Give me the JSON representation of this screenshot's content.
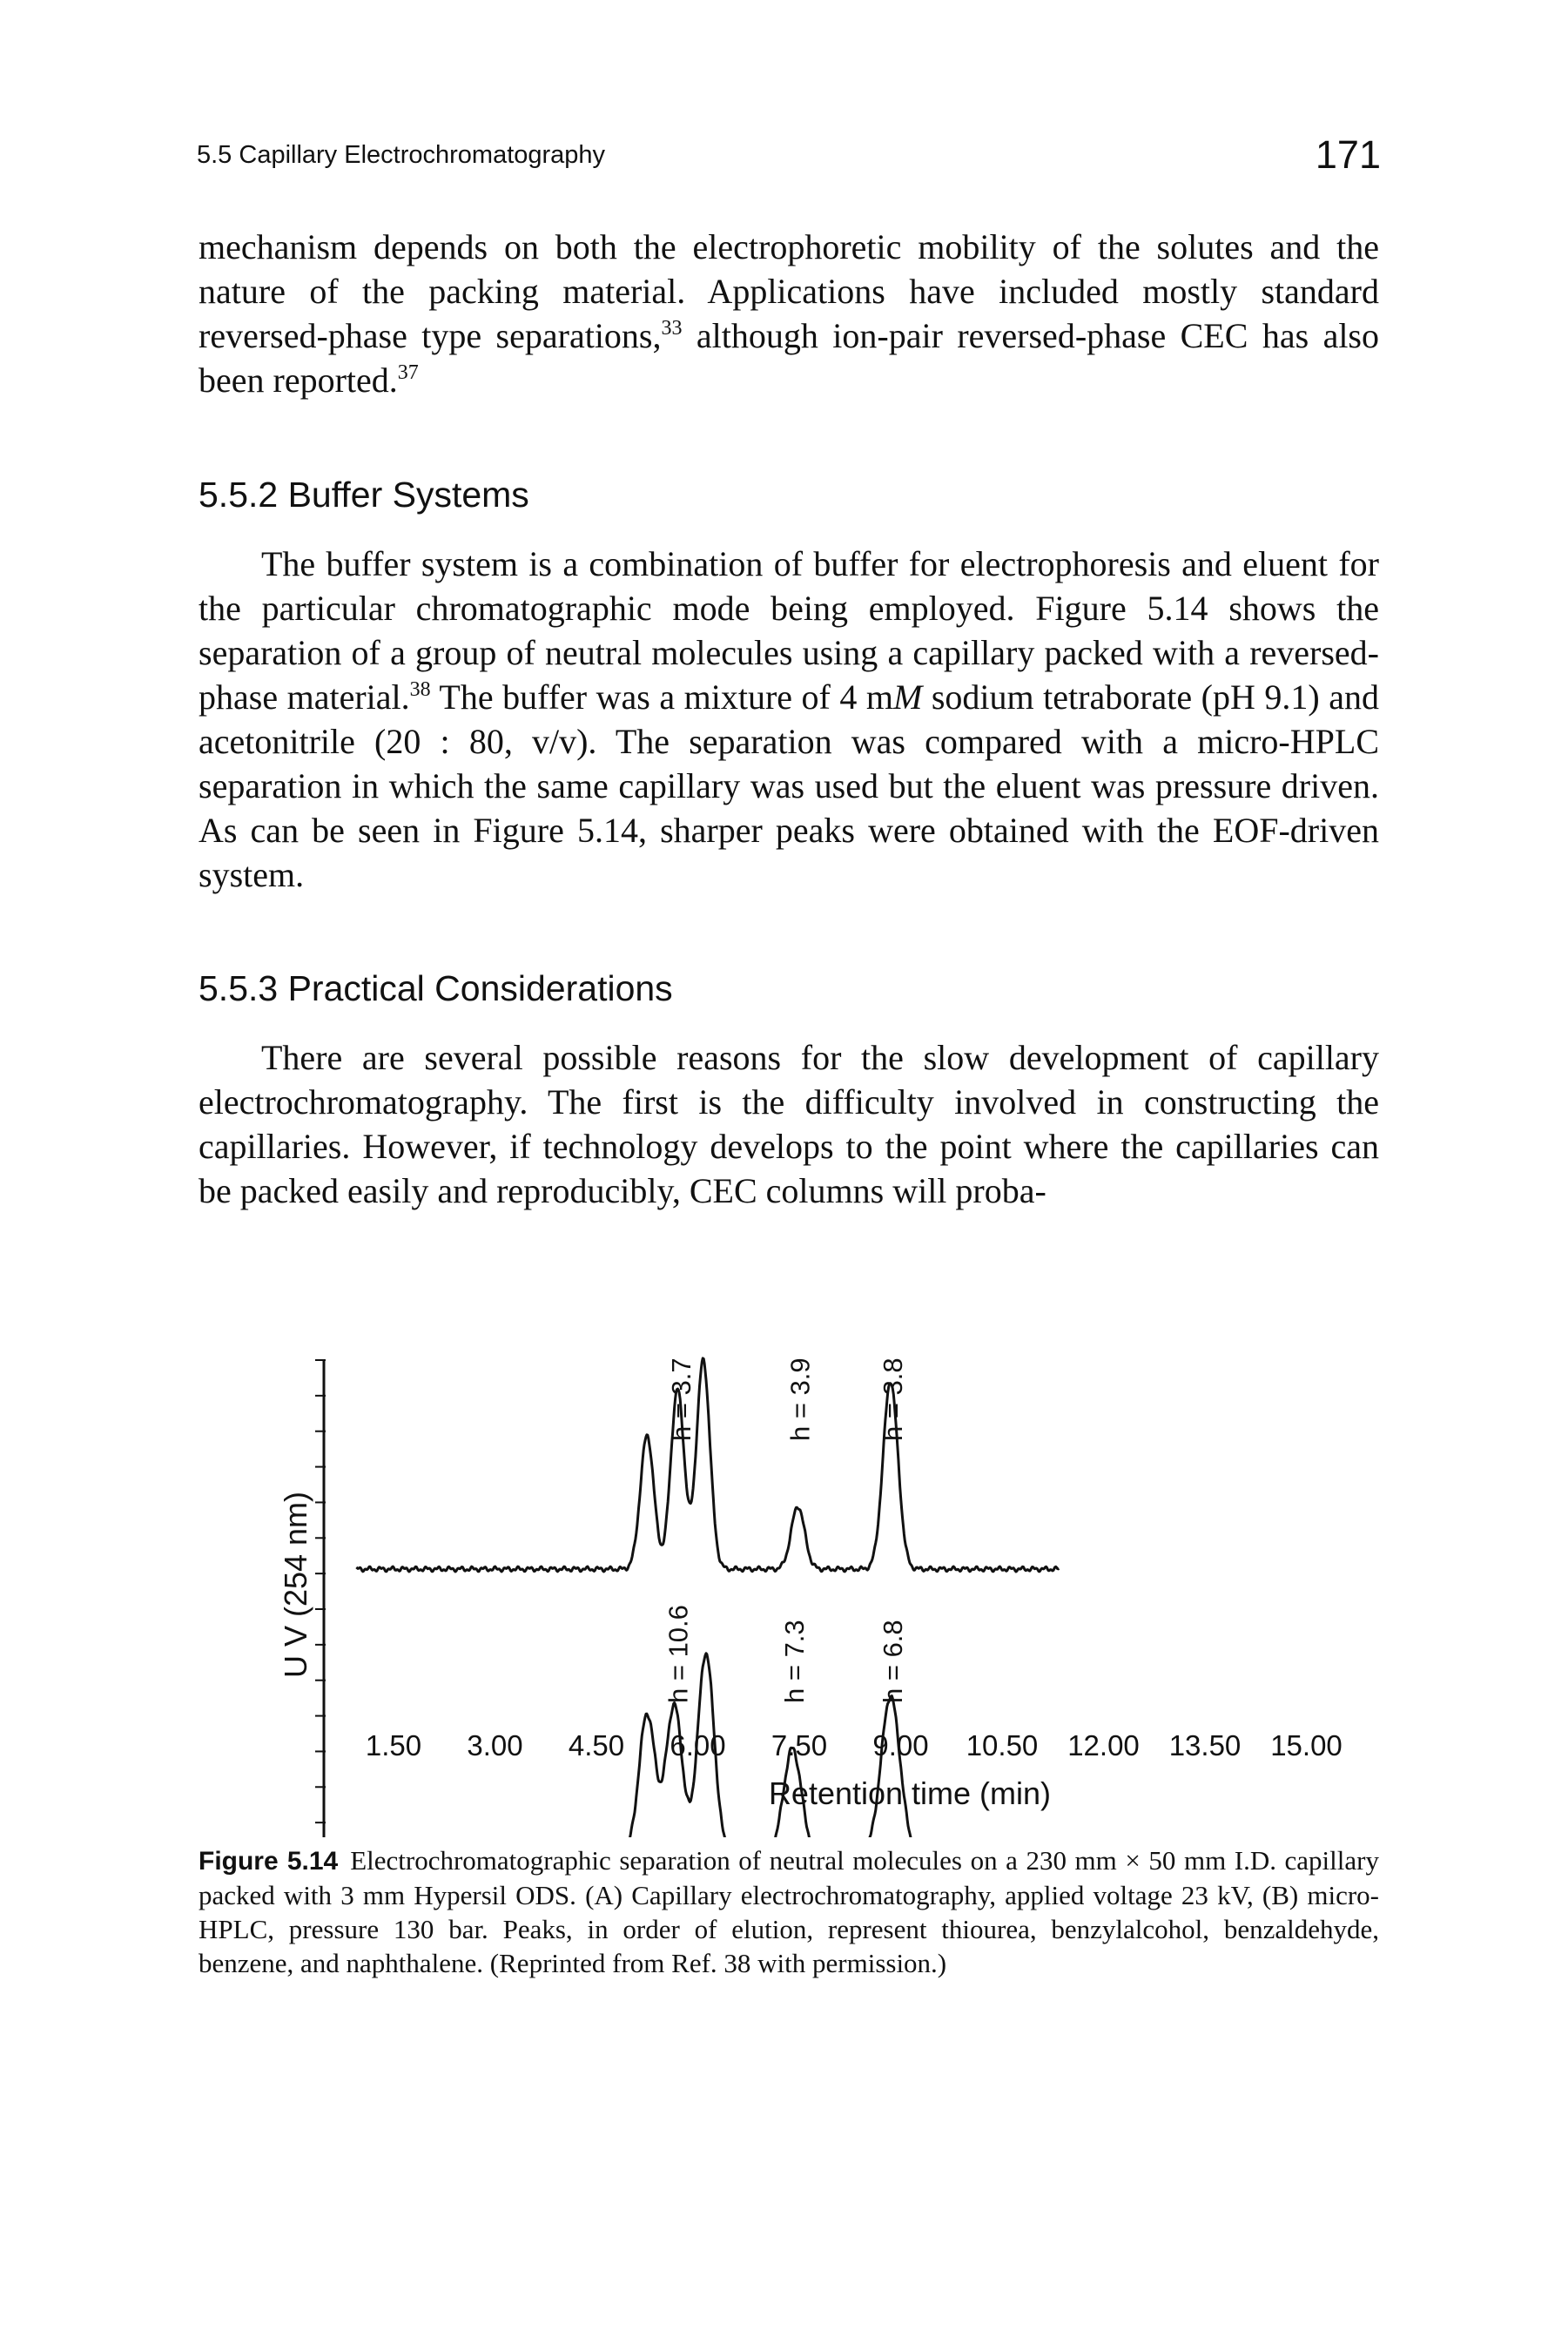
{
  "header": {
    "running_title": "5.5 Capillary Electrochromatography",
    "page_number": "171"
  },
  "paragraphs": {
    "p1": {
      "a": "mechanism depends on both the electrophoretic mobility of the solutes and the nature of the packing material. Applications have included mostly standard reversed-phase type separations,",
      "ref1": "33",
      "b": " although ion-pair reversed-phase CEC has also been reported.",
      "ref2": "37"
    },
    "p2": {
      "a": "The buffer system is a combination of buffer for electrophoresis and eluent for the particular chromatographic mode being employed. Figure 5.14 shows the separation of a group of neutral molecules using a capillary packed with a reversed-phase material.",
      "ref": "38",
      "b": " The buffer was a mixture of 4 m",
      "b_italic": "M",
      "c": " sodium tetraborate (pH 9.1) and acetonitrile (20 : 80, v/v). The separation was compared with a micro-HPLC separation in which the same capillary was used but the eluent was pressure driven. As can be seen in Figure 5.14, sharper peaks were obtained with the EOF-driven system."
    },
    "p3": "There are several possible reasons for the slow development of capillary electrochromatography. The first is the difficulty involved in constructing the capillaries. However, if technology develops to the point where the capillaries can be packed easily and reproducibly, CEC columns will proba-"
  },
  "headings": {
    "h552": "5.5.2 Buffer Systems",
    "h553": "5.5.3 Practical Considerations"
  },
  "figure": {
    "label": "Figure 5.14",
    "caption": "Electrochromatographic separation of neutral molecules on a 230 mm × 50 mm I.D. capillary packed with 3 mm Hypersil ODS. (A) Capillary electrochromatography, applied voltage 23 kV, (B) micro-HPLC, pressure 130 bar. Peaks, in order of elution, represent thiourea, benzylalcohol, benzaldehyde, benzene, and naphthalene. (Reprinted from Ref. 38 with permission.)"
  },
  "chart_data": {
    "type": "line",
    "xlabel": "Retention time (min)",
    "ylabel": "U V (254 nm)",
    "x_ticks": [
      "1.50",
      "3.00",
      "4.50",
      "6.00",
      "7.50",
      "9.00",
      "10.50",
      "12.00",
      "13.50",
      "15.00"
    ],
    "xlim": [
      0.8,
      15.0
    ],
    "series": [
      {
        "trace": "A",
        "baseline_level": 0.0,
        "peaks": [
          {
            "t": 5.25,
            "height": 6.4,
            "width": 0.1
          },
          {
            "t": 5.7,
            "height": 8.6,
            "width": 0.1
          },
          {
            "t": 6.08,
            "height": 10.0,
            "width": 0.1
          },
          {
            "t": 7.48,
            "height": 3.0,
            "width": 0.1
          },
          {
            "t": 8.85,
            "height": 9.0,
            "width": 0.11
          }
        ],
        "annotations": [
          {
            "t": 5.7,
            "text": "h = 3.7"
          },
          {
            "t": 7.48,
            "text": "h = 3.9"
          },
          {
            "t": 8.85,
            "text": "h = 3.8"
          }
        ]
      },
      {
        "trace": "B",
        "baseline_level": 0.0,
        "peaks": [
          {
            "t": 5.25,
            "height": 8.0,
            "width": 0.12
          },
          {
            "t": 5.65,
            "height": 8.5,
            "width": 0.12
          },
          {
            "t": 6.12,
            "height": 11.5,
            "width": 0.12
          },
          {
            "t": 7.4,
            "height": 6.0,
            "width": 0.13
          },
          {
            "t": 8.85,
            "height": 9.0,
            "width": 0.14
          }
        ],
        "annotations": [
          {
            "t": 5.65,
            "text": "h = 10.6"
          },
          {
            "t": 7.4,
            "text": "h = 7.3"
          },
          {
            "t": 8.85,
            "text": "h = 6.8"
          }
        ]
      }
    ]
  }
}
